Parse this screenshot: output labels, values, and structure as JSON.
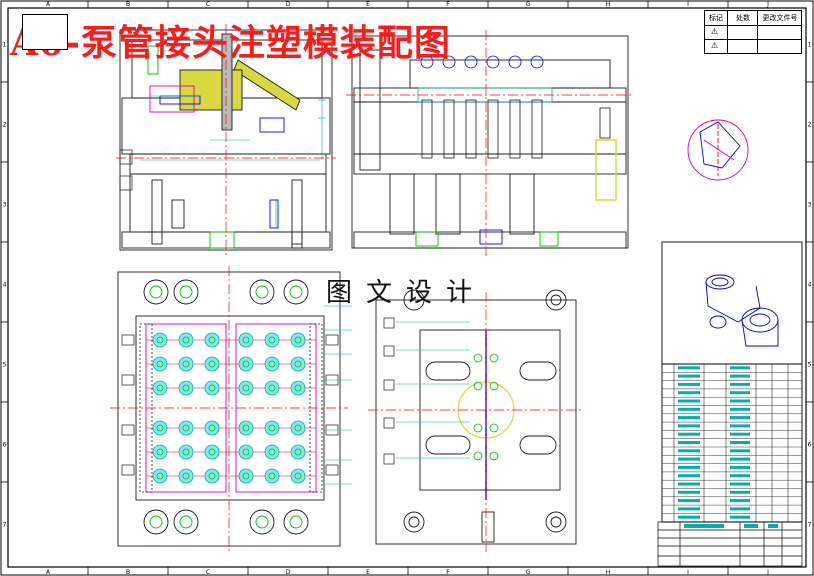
{
  "drawing": {
    "title": "A0-泵管接头注塑模装配图",
    "watermark": "图文设计",
    "column_labels": [
      "A",
      "B",
      "C",
      "D",
      "E",
      "F",
      "G",
      "H",
      "I",
      "J"
    ],
    "row_labels": [
      "1",
      "2",
      "3",
      "4",
      "5",
      "6",
      "7"
    ]
  },
  "revision_table": {
    "headers": [
      "标记",
      "处数",
      "更改文件号"
    ]
  },
  "colors": {
    "border": "#000000",
    "outline": "#1a1a1a",
    "centerline": "#ff0000",
    "dimension": "#00b0b0",
    "part": "#00c000",
    "blue": "#0000ff",
    "magenta": "#d000d0",
    "yellow": "#d8d840",
    "title": "#ff1a1a"
  }
}
